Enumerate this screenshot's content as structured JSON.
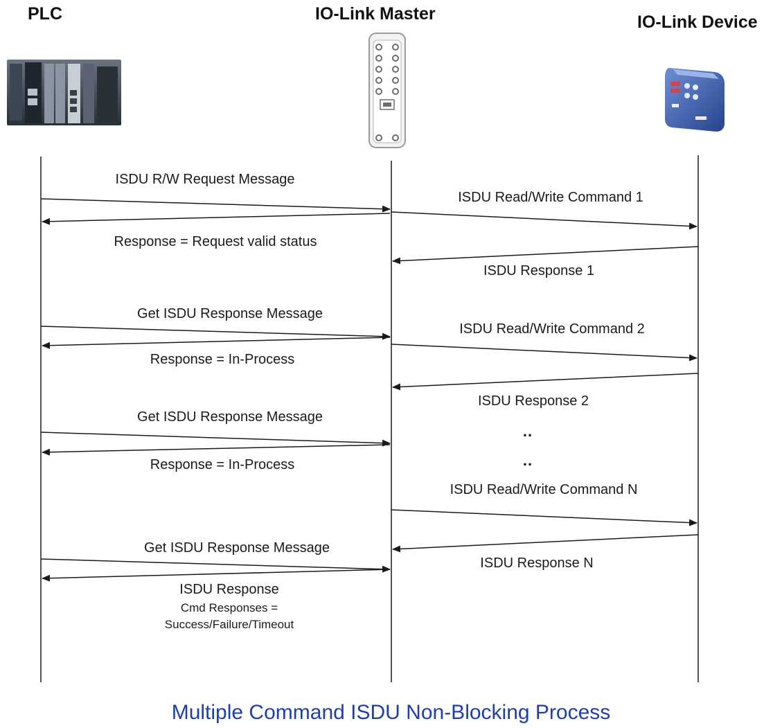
{
  "headers": {
    "plc": "PLC",
    "master": "IO-Link Master",
    "device": "IO-Link Device"
  },
  "messages": {
    "m1": "ISDU R/W Request Message",
    "m2": "ISDU Read/Write Command 1",
    "m3": "Response = Request valid status",
    "m4": "ISDU Response 1",
    "m5": "Get ISDU Response Message",
    "m6": "ISDU Read/Write Command 2",
    "m7": "Response = In-Process",
    "m8": "ISDU Response 2",
    "m9": "Get ISDU Response Message",
    "m10": "Response = In-Process",
    "m11": "ISDU Read/Write Command N",
    "m12": "Get ISDU Response Message",
    "m13": "ISDU Response N",
    "m14": "ISDU Response",
    "m15": "Cmd Responses =",
    "m16": "Success/Failure/Timeout"
  },
  "ellipsis": {
    "e1": "..",
    "e2": ".."
  },
  "caption": "Multiple Command ISDU Non-Blocking Process",
  "colors": {
    "caption": "#1c3fae",
    "line": "#1a1a1a",
    "device_body": "#3a5fae"
  },
  "icons": {
    "plc": "plc-rack-icon",
    "master": "io-link-master-icon",
    "device": "io-link-device-icon"
  }
}
